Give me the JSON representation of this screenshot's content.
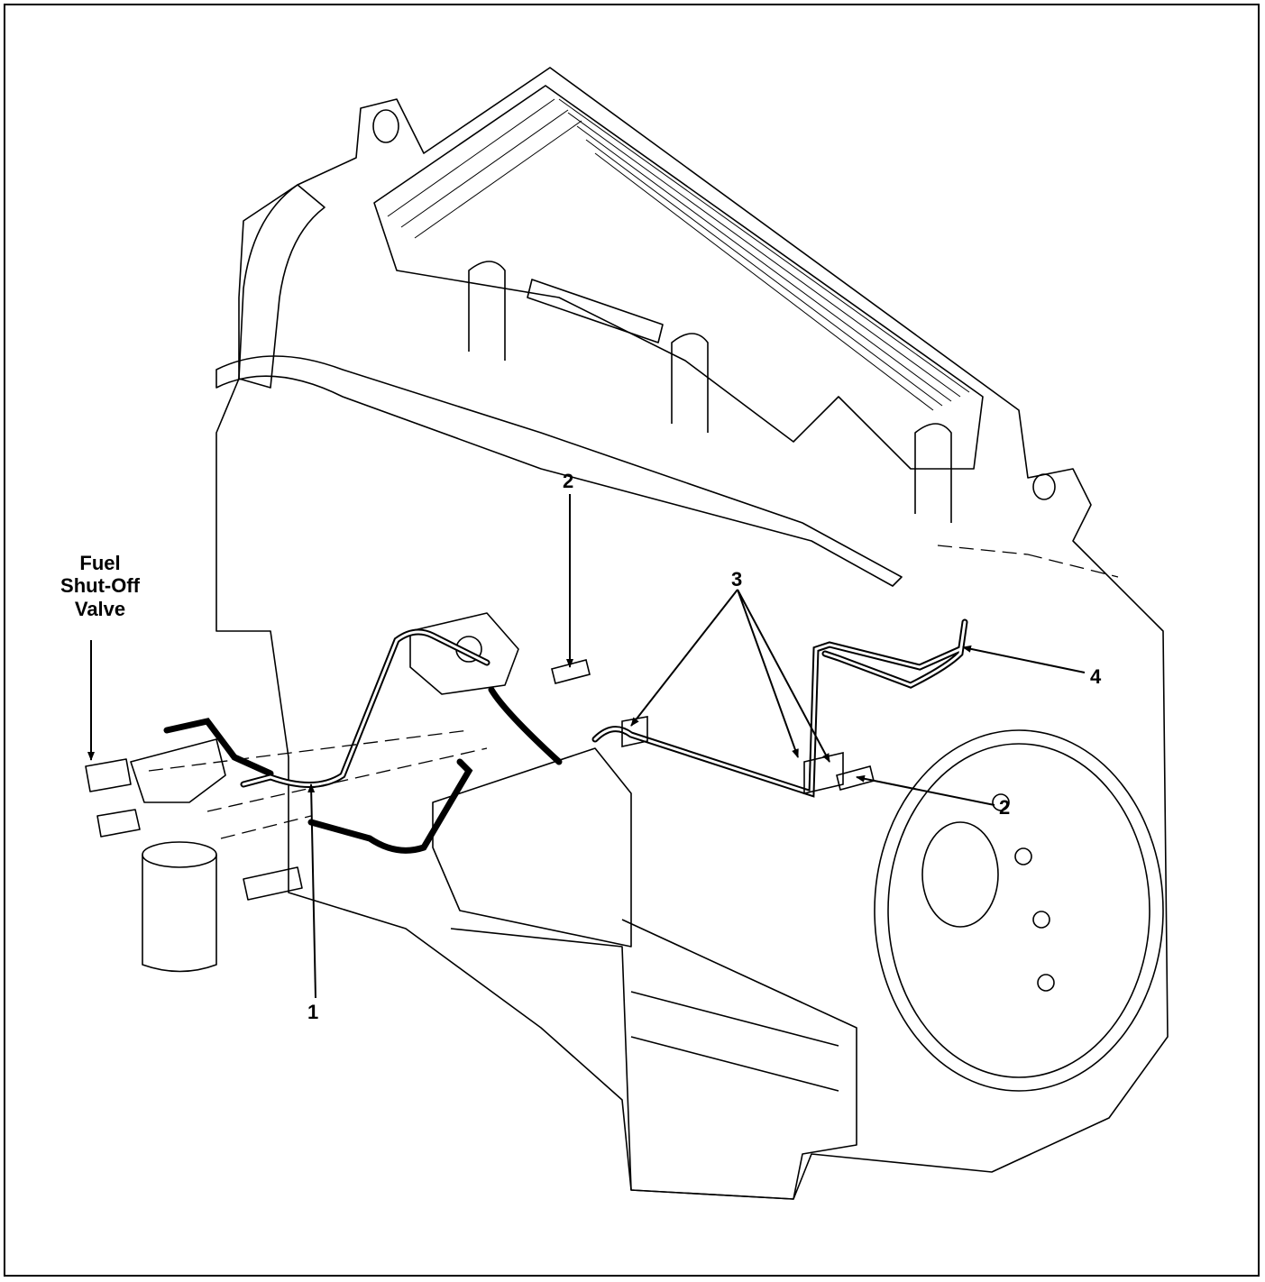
{
  "diagram": {
    "valve_label": [
      "Fuel",
      "Shut-Off",
      "Valve"
    ],
    "callouts": [
      "1",
      "2",
      "2",
      "3",
      "4"
    ]
  },
  "colors": {
    "line": "#000000",
    "background": "#ffffff"
  }
}
